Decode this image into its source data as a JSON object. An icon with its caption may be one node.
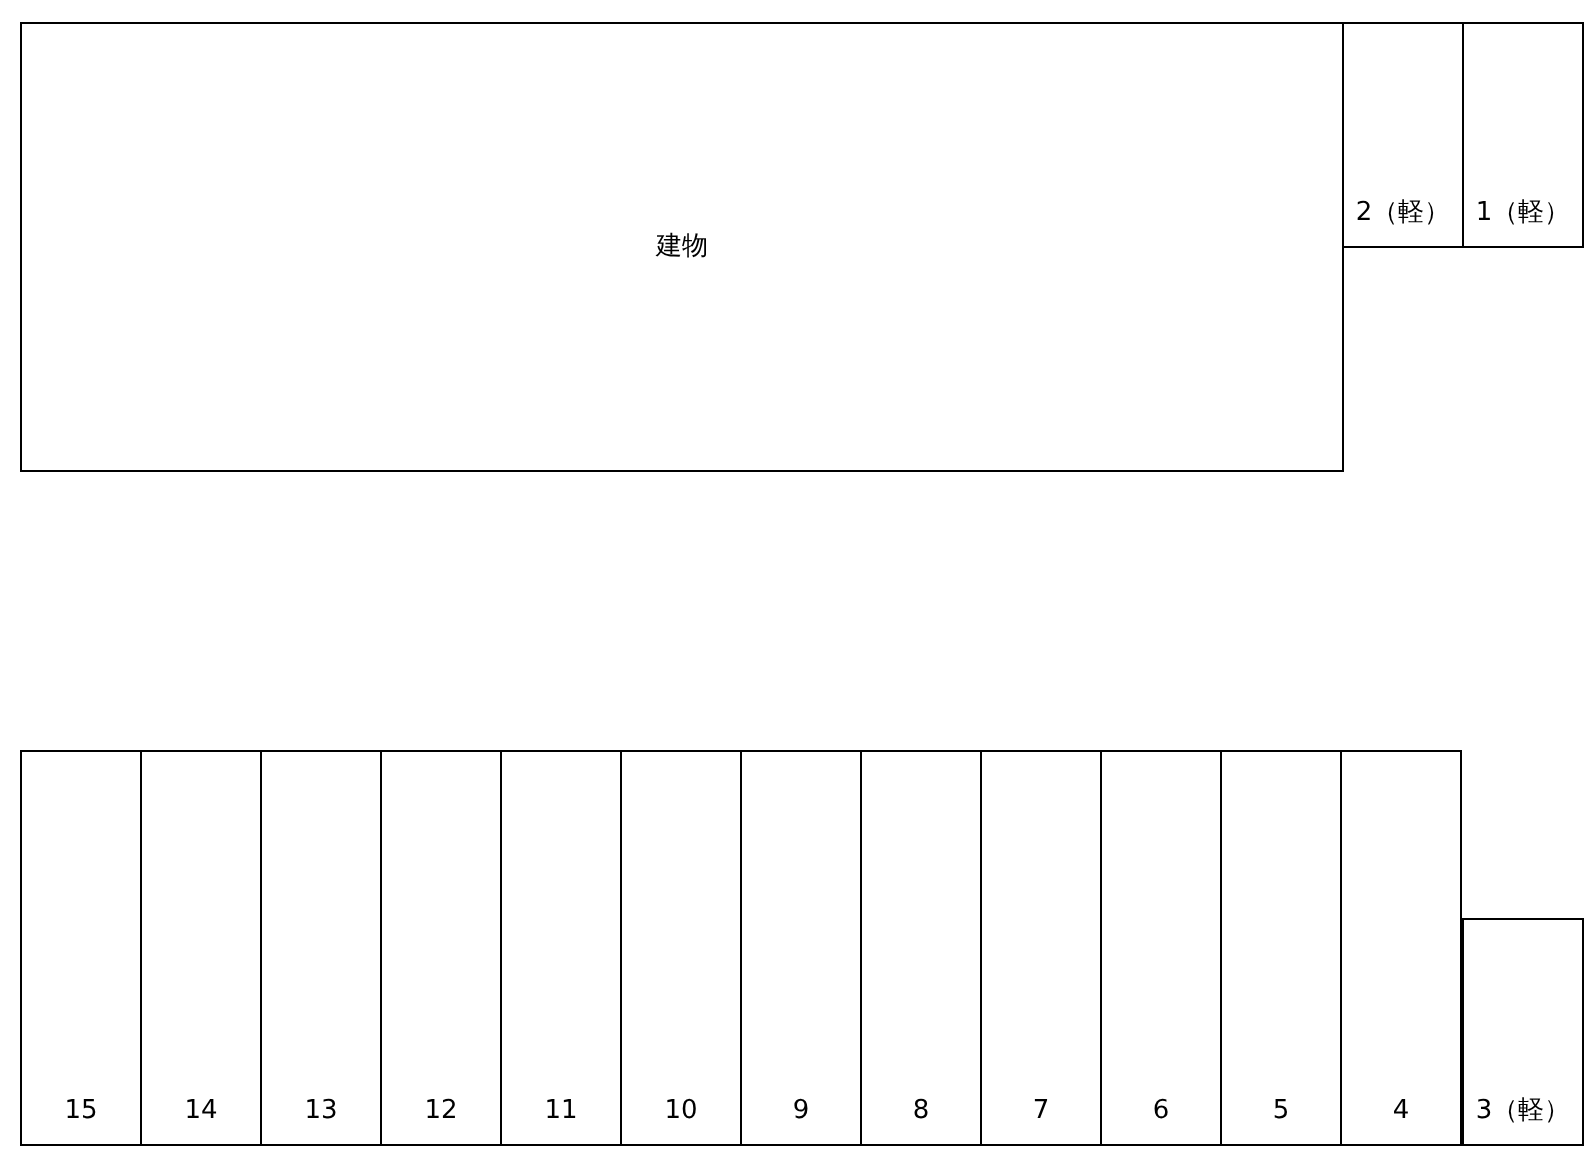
{
  "diagram": {
    "nodes": [
      {
        "text": [
          "建物"
        ]
      },
      {
        "text": [
          "2（軽）"
        ]
      },
      {
        "text": [
          "1（軽）"
        ]
      },
      {
        "text": [
          "15"
        ]
      },
      {
        "text": [
          "14"
        ]
      },
      {
        "text": [
          "13"
        ]
      },
      {
        "text": [
          "12"
        ]
      },
      {
        "text": [
          "11"
        ]
      },
      {
        "text": [
          "10"
        ]
      },
      {
        "text": [
          "9"
        ]
      },
      {
        "text": [
          "8"
        ]
      },
      {
        "text": [
          "7"
        ]
      },
      {
        "text": [
          "6"
        ]
      },
      {
        "text": [
          "5"
        ]
      },
      {
        "text": [
          "4"
        ]
      },
      {
        "text": [
          "3（軽）"
        ]
      }
    ]
  }
}
